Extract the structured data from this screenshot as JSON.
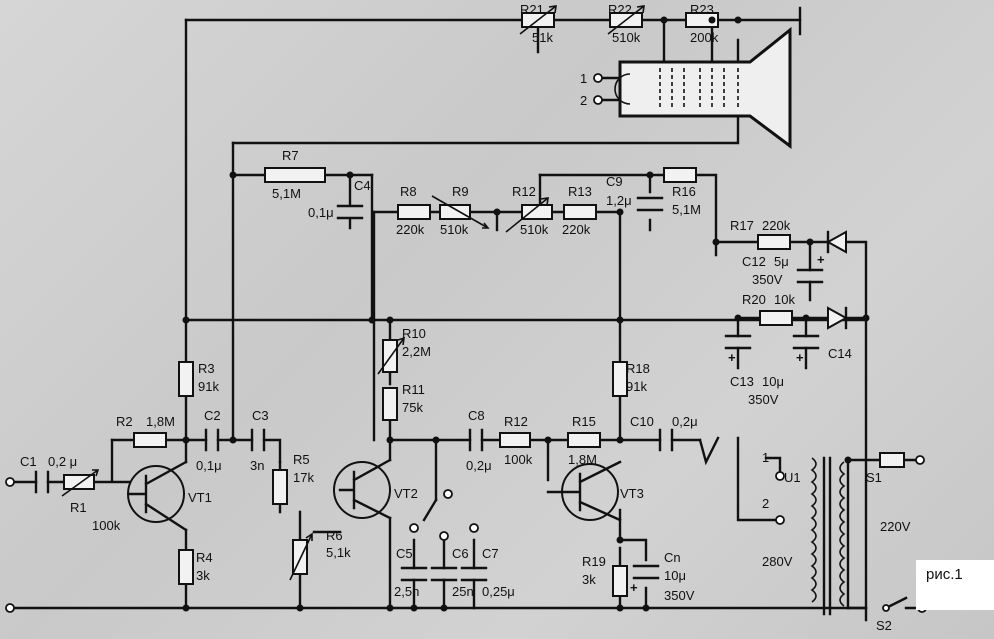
{
  "figure_label": "рис.1",
  "resistors": {
    "R1": {
      "name": "R1",
      "value": "100k"
    },
    "R2": {
      "name": "R2",
      "value": "1,8M"
    },
    "R3": {
      "name": "R3",
      "value": "91k"
    },
    "R4": {
      "name": "R4",
      "value": "3k"
    },
    "R5": {
      "name": "R5",
      "value": "17k"
    },
    "R6": {
      "name": "R6",
      "value": "5,1k"
    },
    "R7": {
      "name": "R7",
      "value": "5,1M"
    },
    "R8": {
      "name": "R8",
      "value": "220k"
    },
    "R9": {
      "name": "R9",
      "value": "510k"
    },
    "R10": {
      "name": "R10",
      "value": "2,2M"
    },
    "R11": {
      "name": "R11",
      "value": "75k"
    },
    "R12a": {
      "name": "R12",
      "value": "510k"
    },
    "R12b": {
      "name": "R12",
      "value": "100k"
    },
    "R13": {
      "name": "R13",
      "value": "220k"
    },
    "R15": {
      "name": "R15",
      "value": "1,8M"
    },
    "R16": {
      "name": "R16",
      "value": "5,1M"
    },
    "R17": {
      "name": "R17",
      "value": "220k"
    },
    "R18": {
      "name": "R18",
      "value": "91k"
    },
    "R19": {
      "name": "R19",
      "value": "3k"
    },
    "R20": {
      "name": "R20",
      "value": "10k"
    },
    "R21": {
      "name": "R21",
      "value": "51k"
    },
    "R22": {
      "name": "R22",
      "value": "510k"
    },
    "R23": {
      "name": "R23",
      "value": "200k"
    }
  },
  "capacitors": {
    "C1": {
      "name": "C1",
      "value": "0,2 μ"
    },
    "C2": {
      "name": "C2",
      "value": "0,1μ"
    },
    "C3": {
      "name": "C3",
      "value": "3n"
    },
    "C4": {
      "name": "C4",
      "value": "0,1μ"
    },
    "C5": {
      "name": "C5",
      "value": "2,5n"
    },
    "C6": {
      "name": "C6",
      "value": "25n"
    },
    "C7": {
      "name": "C7",
      "value": "0,25μ"
    },
    "C8": {
      "name": "C8",
      "value": "0,2μ"
    },
    "C9": {
      "name": "C9",
      "value": "1,2μ"
    },
    "C10": {
      "name": "C10",
      "value": "0,2μ"
    },
    "C12": {
      "name": "C12",
      "value": "5μ",
      "voltage": "350V"
    },
    "C13": {
      "name": "C13",
      "value": "10μ",
      "voltage": "350V"
    },
    "C14": {
      "name": "C14"
    },
    "Cn": {
      "name": "Cn",
      "value": "10μ",
      "voltage": "350V"
    }
  },
  "transistors": [
    "VT1",
    "VT2",
    "VT3"
  ],
  "transformer": {
    "name": "U1",
    "primary": "220V",
    "secondary": "280V",
    "pin1": "1",
    "pin2": "2"
  },
  "switches": [
    "S1",
    "S2"
  ],
  "tube_pins": [
    "1",
    "2"
  ]
}
